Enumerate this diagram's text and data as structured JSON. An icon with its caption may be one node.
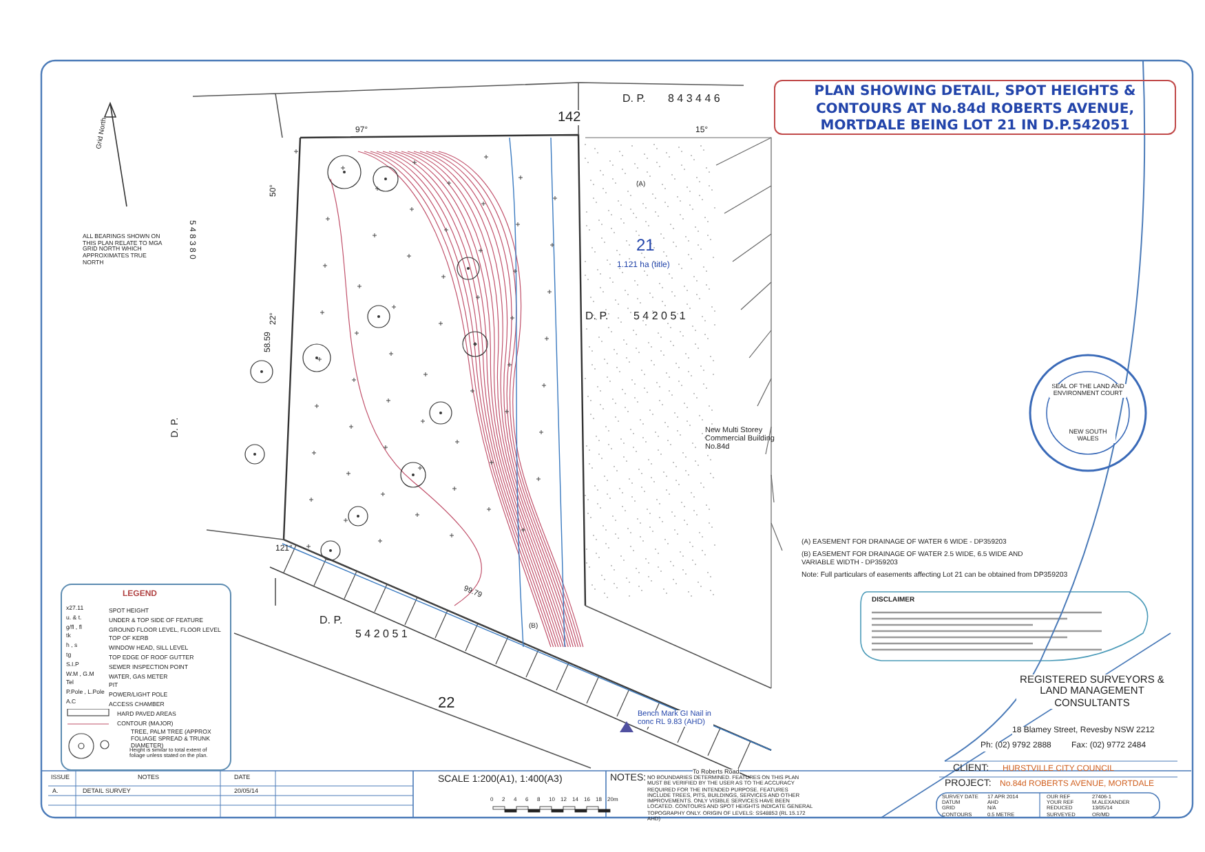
{
  "diagram": {
    "title": "PLAN SHOWING DETAIL, SPOT HEIGHTS & CONTOURS AT No.84d ROBERTS AVENUE, MORTDALE BEING LOT 21 IN D.P.542051",
    "labels": [
      "D. P.",
      "8 4 3 4 4 6",
      "142",
      "97°",
      "15°",
      "50°",
      "22°",
      "58.59",
      "Grid North",
      "ALL BEARINGS SHOWN ON THIS PLAN RELATE TO MGA GRID NORTH WHICH APPROXIMATES TRUE NORTH",
      "5 4 8 3 8 0",
      "D. P.",
      "21",
      "1.121 ha (title)",
      "D. P.",
      "5 4 2 0 5 1",
      "(A)",
      "(B)",
      "New Multi Storey Commercial Building No.84d",
      "121°",
      "99.79",
      "D. P.",
      "5 4 2 0 5 1",
      "22",
      "Bench Mark GI Nail in conc RL 9.83 (AHD)",
      "To Roberts Road",
      "(A)   EASEMENT FOR DRAINAGE OF WATER 6 WIDE - DP359203",
      "(B)   EASEMENT FOR DRAINAGE OF WATER 2.5 WIDE, 6.5 WIDE AND VARIABLE WIDTH - DP359203",
      "Note: Full particulars of easements affecting Lot 21 can be obtained from DP359203",
      "DISCLAIMER",
      "SEAL OF THE LAND AND ENVIRONMENT COURT",
      "NEW SOUTH WALES",
      "REGISTERED SURVEYORS & LAND MANAGEMENT CONSULTANTS",
      "18 Blamey Street, Revesby NSW 2212",
      "Ph: (02) 9792 2888",
      "Fax: (02) 9772 2484",
      "CLIENT:",
      "HURSTVILLE CITY COUNCIL",
      "PROJECT:",
      "No.84d ROBERTS AVENUE, MORTDALE",
      "SURVEY DATE",
      "17 APR 2014",
      "DATUM",
      "AHD",
      "GRID",
      "N/A",
      "CONTOURS",
      "0.5 METRE",
      "OUR REF",
      "27406-1",
      "YOUR REF",
      "M.ALEXANDER",
      "REDUCED",
      "13/05/14",
      "SURVEYED",
      "OR/MD",
      "ISSUE",
      "NOTES",
      "DATE",
      "A.",
      "DETAIL SURVEY",
      "20/05/14",
      "SCALE 1:200(A1), 1:400(A3)",
      "0",
      "2",
      "4",
      "6",
      "8",
      "10",
      "12",
      "14",
      "16",
      "18",
      "20m",
      "NOTES:",
      "NO BOUNDARIES DETERMINED. FEATURES ON THIS PLAN MUST BE VERIFIED BY THE USER AS TO THE ACCURACY REQUIRED FOR THE INTENDED PURPOSE. FEATURES INCLUDE TREES, PITS, BUILDINGS, SERVICES AND OTHER IMPROVEMENTS. ONLY VISIBLE SERVICES HAVE BEEN LOCATED. CONTOURS AND SPOT HEIGHTS INDICATE GENERAL TOPOGRAPHY ONLY. ORIGIN OF LEVELS: SS48853 (RL 15.172 AHD)",
      "LEGEND",
      "x27.11",
      "u. & t.",
      "g/fl , fl",
      "tk",
      "h , s",
      "tg",
      "S.I.P",
      "W.M , G.M",
      "Tel",
      "P.Pole , L.Pole",
      "A.C",
      "Height is similar to total extent of foliage unless stated on the plan."
    ],
    "legend": [
      {
        "text": "SPOT HEIGHT"
      },
      {
        "text": "UNDER & TOP SIDE OF FEATURE"
      },
      {
        "text": "GROUND FLOOR LEVEL, FLOOR LEVEL"
      },
      {
        "text": "TOP OF KERB"
      },
      {
        "text": "WINDOW HEAD, SILL LEVEL"
      },
      {
        "text": "TOP EDGE OF ROOF GUTTER"
      },
      {
        "text": "SEWER INSPECTION POINT"
      },
      {
        "text": "WATER, GAS METER"
      },
      {
        "text": "PIT"
      },
      {
        "text": "POWER/LIGHT POLE"
      },
      {
        "text": "ACCESS CHAMBER"
      },
      {
        "text": "HARD PAVED AREAS"
      },
      {
        "text": "CONTOUR (MAJOR)"
      },
      {
        "text": "TREE, PALM TREE (APPROX FOLIAGE SPREAD & TRUNK DIAMETER)"
      }
    ]
  }
}
